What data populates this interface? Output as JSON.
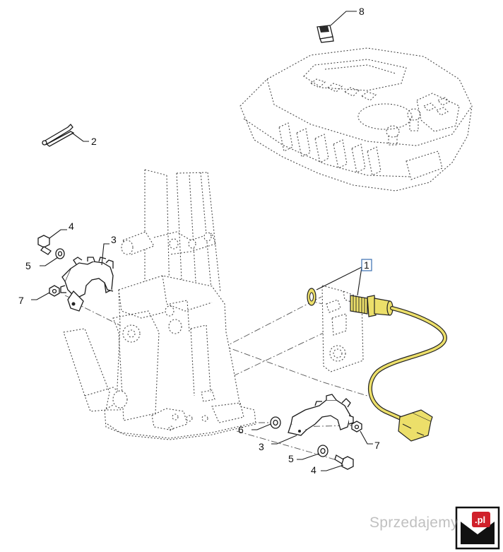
{
  "callouts": {
    "item_1": "1",
    "item_2": "2",
    "item_3_upper": "3",
    "item_3_lower": "3",
    "item_4_upper": "4",
    "item_4_lower": "4",
    "item_5_upper": "5",
    "item_5_lower": "5",
    "item_6": "6",
    "item_7_upper": "7",
    "item_7_lower": "7",
    "item_8": "8"
  },
  "highlighted_part": {
    "callout": "1",
    "color": "#ecdf6a",
    "box_color": "#3a6fb0"
  },
  "watermark": {
    "text": "Sprzedajemy",
    "badge_text": ".pl",
    "badge_color": "#d0202a"
  }
}
